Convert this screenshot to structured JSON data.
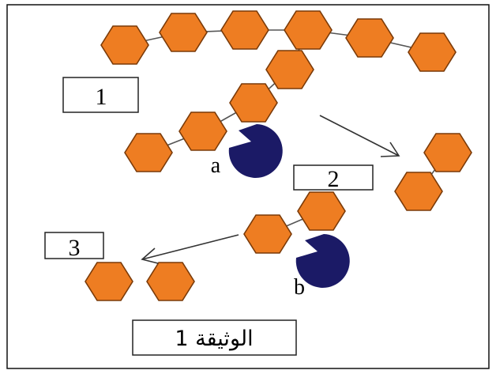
{
  "labels": {
    "box1": "1",
    "box2": "2",
    "box3": "3",
    "enzyme_a": "a",
    "enzyme_b": "b",
    "document_title": "الوثيقة 1"
  },
  "colors": {
    "monomer_fill": "#ee7d22",
    "monomer_stroke": "#7a3a08",
    "enzyme_fill": "#1b1a66"
  },
  "icons": {
    "monomer": "hexagon",
    "enzyme": "pac-man-shape"
  }
}
